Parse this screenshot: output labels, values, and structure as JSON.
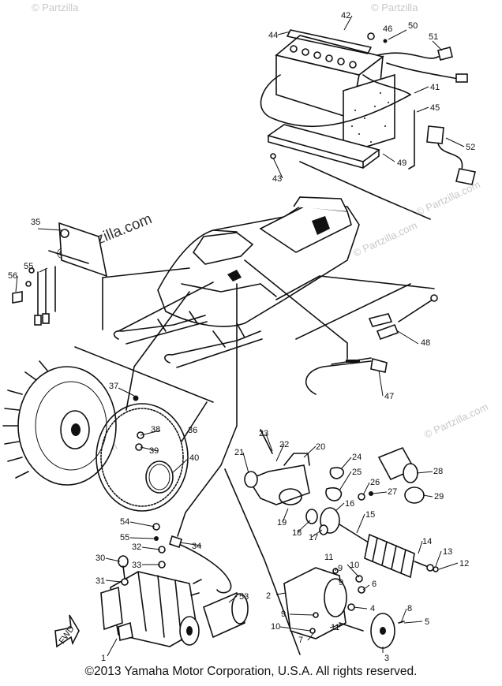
{
  "watermarks": {
    "corner_marks": [
      "© Partzilla",
      "© Partzilla",
      "© Partzilla.com",
      "© Partzilla.com",
      "© Partzilla.com",
      "© Partzilla.com"
    ],
    "center_mark": "© Partzilla.com"
  },
  "part_labels": [
    "1",
    "2",
    "3",
    "4",
    "5",
    "6",
    "7",
    "8",
    "9",
    "10",
    "11",
    "12",
    "13",
    "14",
    "15",
    "16",
    "17",
    "18",
    "19",
    "20",
    "21",
    "22",
    "23",
    "24",
    "25",
    "26",
    "27",
    "28",
    "29",
    "30",
    "31",
    "32",
    "33",
    "34",
    "35",
    "36",
    "37",
    "38",
    "39",
    "40",
    "41",
    "42",
    "43",
    "44",
    "45",
    "46",
    "47",
    "48",
    "49",
    "50",
    "51",
    "52",
    "53",
    "54",
    "55",
    "56",
    "10",
    "9",
    "11"
  ],
  "direction_marker": "FWD",
  "copyright": "©2013  Yamaha Motor Corporation, U.S.A. All rights reserved."
}
